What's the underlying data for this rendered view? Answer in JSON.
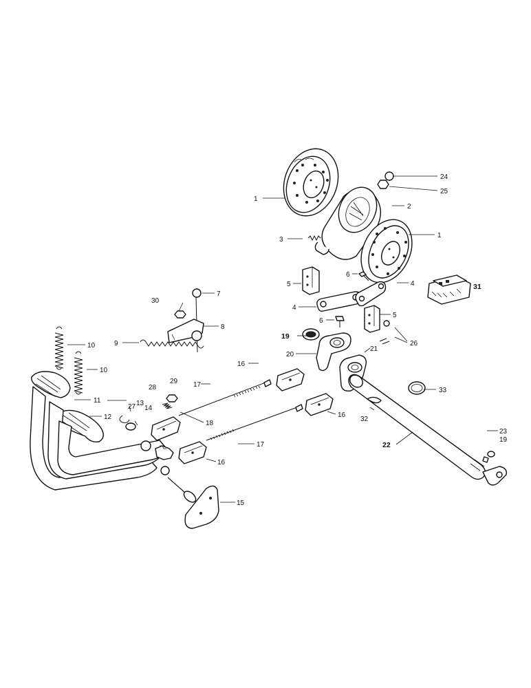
{
  "diagram": {
    "labels": [
      {
        "id": "l1a",
        "text": "1"
      },
      {
        "id": "l1b",
        "text": "1"
      },
      {
        "id": "l2",
        "text": "2"
      },
      {
        "id": "l3",
        "text": "3"
      },
      {
        "id": "l4a",
        "text": "4"
      },
      {
        "id": "l4b",
        "text": "4"
      },
      {
        "id": "l5a",
        "text": "5"
      },
      {
        "id": "l5b",
        "text": "5"
      },
      {
        "id": "l6a",
        "text": "6"
      },
      {
        "id": "l6b",
        "text": "6"
      },
      {
        "id": "l7",
        "text": "7"
      },
      {
        "id": "l8",
        "text": "8"
      },
      {
        "id": "l9",
        "text": "9"
      },
      {
        "id": "l10a",
        "text": "10"
      },
      {
        "id": "l10b",
        "text": "10"
      },
      {
        "id": "l11",
        "text": "11"
      },
      {
        "id": "l12",
        "text": "12"
      },
      {
        "id": "l13",
        "text": "13"
      },
      {
        "id": "l14",
        "text": "14"
      },
      {
        "id": "l15",
        "text": "15"
      },
      {
        "id": "l16a",
        "text": "16"
      },
      {
        "id": "l16b",
        "text": "16"
      },
      {
        "id": "l16c",
        "text": "16"
      },
      {
        "id": "l17a",
        "text": "17"
      },
      {
        "id": "l17b",
        "text": "17"
      },
      {
        "id": "l18",
        "text": "18"
      },
      {
        "id": "l19a",
        "text": "19"
      },
      {
        "id": "l19b",
        "text": "19"
      },
      {
        "id": "l20",
        "text": "20"
      },
      {
        "id": "l21",
        "text": "21"
      },
      {
        "id": "l22",
        "text": "22"
      },
      {
        "id": "l23",
        "text": "23"
      },
      {
        "id": "l24",
        "text": "24"
      },
      {
        "id": "l25",
        "text": "25"
      },
      {
        "id": "l26",
        "text": "26"
      },
      {
        "id": "l27",
        "text": "27"
      },
      {
        "id": "l28",
        "text": "28"
      },
      {
        "id": "l29",
        "text": "29"
      },
      {
        "id": "l30",
        "text": "30"
      },
      {
        "id": "l31",
        "text": "31"
      },
      {
        "id": "l32",
        "text": "32"
      },
      {
        "id": "l33",
        "text": "33"
      }
    ]
  }
}
